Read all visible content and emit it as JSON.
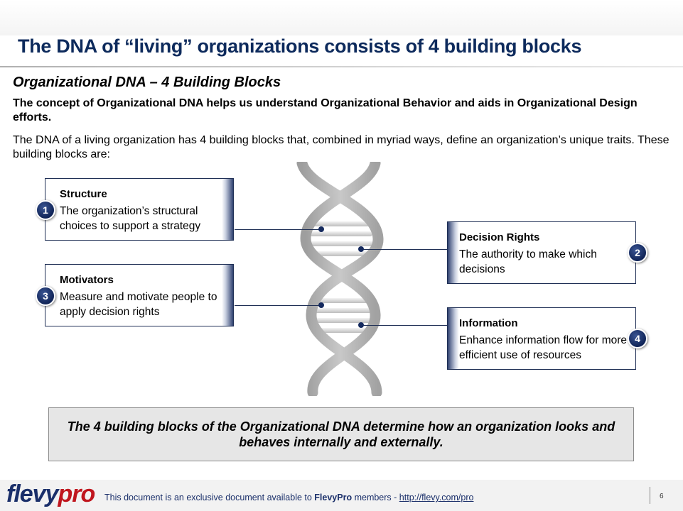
{
  "slide": {
    "title": "The DNA of “living” organizations consists of 4 building blocks",
    "subtitle": "Organizational DNA – 4 Building Blocks",
    "lead": "The concept of Organizational DNA helps us understand Organizational Behavior and aids in Organizational Design efforts.",
    "body": "The DNA of a living organization has 4 building blocks that, combined in myriad ways, define an organization’s unique traits.  These building blocks are:"
  },
  "blocks": [
    {
      "number": "1",
      "title": "Structure",
      "description": "The organization’s structural choices to support a strategy"
    },
    {
      "number": "2",
      "title": "Decision Rights",
      "description": "The authority to make which decisions"
    },
    {
      "number": "3",
      "title": "Motivators",
      "description": "Measure and motivate people to apply decision rights"
    },
    {
      "number": "4",
      "title": "Information",
      "description": "Enhance information flow for more efficient use of resources"
    }
  ],
  "callout": "The 4 building blocks of the Organizational DNA determine how an organization looks and behaves internally and externally.",
  "footer": {
    "logo_main": "flevy",
    "logo_accent": "pro",
    "note_prefix": "This document is an exclusive document available to ",
    "note_brand": "FlevyPro",
    "note_middle": " members - ",
    "link_text": "http://flevy.com/pro",
    "page_number": "6"
  },
  "colors": {
    "title": "#0d2a5c",
    "accent": "#1f2f55",
    "badge": "#102457",
    "logo_red": "#c0161e",
    "helix": "#b8b8b8"
  },
  "icons": {
    "dna": "dna-helix-icon",
    "badge": "number-badge"
  }
}
